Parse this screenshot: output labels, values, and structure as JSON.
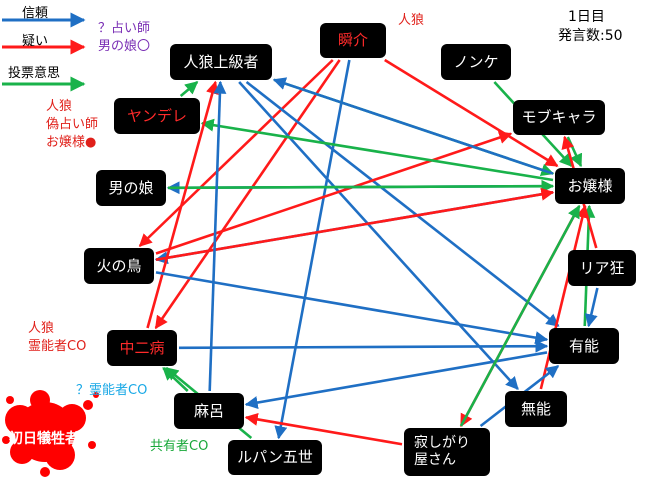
{
  "colors": {
    "trust": "#1f6fc4",
    "suspect": "#ff1a1a",
    "vote": "#19b24a",
    "purple": "#7a2fb5",
    "cyan": "#18a8e6",
    "green_text": "#19a83a",
    "red_text": "#e0201a"
  },
  "legend": {
    "trust": "信頼",
    "suspect": "疑い",
    "vote": "投票意思"
  },
  "status": {
    "day": "1日目",
    "posts": "発言数:50"
  },
  "victim": {
    "label": "初日犠牲者"
  },
  "nodes": {
    "kaisuke": "瞬介",
    "jinro_joukyuu": "人狼上級者",
    "yandere": "ヤンデレ",
    "nonke": "ノンケ",
    "mobukyara": "モブキャラ",
    "otokonoko": "男の娘",
    "ojousama": "お嬢様",
    "hinotori": "火の鳥",
    "riajuu": "リア狂",
    "chuunibyou": "中二病",
    "yuunou": "有能",
    "asaro": "麻呂",
    "munou": "無能",
    "lupin": "ルパン五世",
    "sabishigari": "寂しがり\n屋さん"
  },
  "notes": {
    "kaisuke": "人狼",
    "otokonoko_co": [
      "？占い師",
      "男の娘〇"
    ],
    "yandere": [
      "人狼",
      "偽占い師",
      "お嬢様●"
    ],
    "chuunibyou": [
      "人狼",
      "霊能者CO"
    ],
    "reinou_q": "？霊能者CO",
    "kyouyuu": "共有者CO"
  },
  "edges": [
    {
      "type": "vote",
      "from": "yandere",
      "to": "jinro_joukyuu"
    },
    {
      "type": "suspect",
      "from": "kaisuke",
      "to": "chuunibyou"
    },
    {
      "type": "suspect",
      "from": "kaisuke",
      "to": "hinotori"
    },
    {
      "type": "suspect",
      "from": "kaisuke",
      "to": "ojousama"
    },
    {
      "type": "trust",
      "from": "kaisuke",
      "to": "lupin"
    },
    {
      "type": "trust",
      "from": "jinro_joukyuu",
      "to": "yuunou"
    },
    {
      "type": "trust",
      "from": "jinro_joukyuu",
      "to": "munou"
    },
    {
      "type": "vote",
      "from": "jinro_joukyuu",
      "to": "ojousama"
    },
    {
      "type": "vote",
      "from": "nonke",
      "to": "ojousama"
    },
    {
      "type": "vote",
      "from": "mobukyara",
      "to": "ojousama"
    },
    {
      "type": "suspect",
      "from": "hinotori",
      "to": "mobukyara"
    },
    {
      "type": "trust",
      "from": "ojousama",
      "to": "jinro_joukyuu"
    },
    {
      "type": "vote",
      "from": "ojousama",
      "to": "yandere"
    },
    {
      "type": "trust",
      "from": "ojousama",
      "to": "otokonoko"
    },
    {
      "type": "vote",
      "from": "otokonoko",
      "to": "ojousama"
    },
    {
      "type": "trust",
      "from": "ojousama",
      "to": "hinotori"
    },
    {
      "type": "suspect",
      "from": "hinotori",
      "to": "ojousama"
    },
    {
      "type": "suspect",
      "from": "chuunibyou",
      "to": "jinro_joukyuu"
    },
    {
      "type": "trust",
      "from": "asaro",
      "to": "jinro_joukyuu"
    },
    {
      "type": "trust",
      "from": "hinotori",
      "to": "yuunou"
    },
    {
      "type": "trust",
      "from": "chuunibyou",
      "to": "yuunou"
    },
    {
      "type": "trust",
      "from": "yuunou",
      "to": "asaro"
    },
    {
      "type": "vote",
      "from": "yuunou",
      "to": "ojousama"
    },
    {
      "type": "trust",
      "from": "riajuu",
      "to": "yuunou"
    },
    {
      "type": "suspect",
      "from": "riajuu",
      "to": "mobukyara"
    },
    {
      "type": "suspect",
      "from": "munou",
      "to": "ojousama"
    },
    {
      "type": "suspect",
      "from": "ojousama",
      "to": "sabishigari"
    },
    {
      "type": "vote",
      "from": "sabishigari",
      "to": "ojousama"
    },
    {
      "type": "trust",
      "from": "sabishigari",
      "to": "yuunou"
    },
    {
      "type": "suspect",
      "from": "sabishigari",
      "to": "asaro"
    },
    {
      "type": "vote",
      "from": "lupin",
      "to": "chuunibyou"
    },
    {
      "type": "vote",
      "from": "asaro",
      "to": "chuunibyou"
    }
  ]
}
